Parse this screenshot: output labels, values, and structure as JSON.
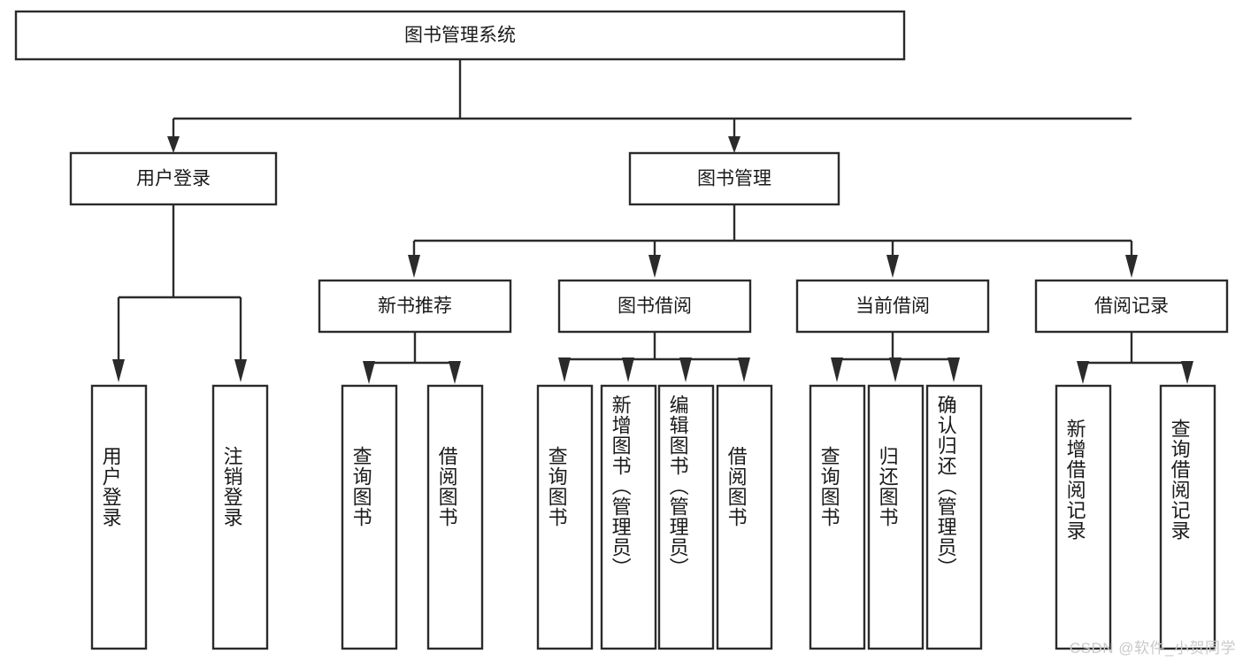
{
  "diagram": {
    "title": "图书管理系统",
    "root": {
      "label": "图书管理系统"
    },
    "level2": [
      {
        "label": "用户登录"
      },
      {
        "label": "图书管理"
      }
    ],
    "level3": [
      {
        "label": "新书推荐"
      },
      {
        "label": "图书借阅"
      },
      {
        "label": "当前借阅"
      },
      {
        "label": "借阅记录"
      }
    ],
    "leaves": {
      "user_login": [
        {
          "label": "用户登录"
        },
        {
          "label": "注销登录"
        }
      ],
      "new_book_recommend": [
        {
          "label": "查询图书"
        },
        {
          "label": "借阅图书"
        }
      ],
      "book_borrow": [
        {
          "label": "查询图书"
        },
        {
          "label": "新增图书（管理员）"
        },
        {
          "label": "编辑图书（管理员）"
        },
        {
          "label": "借阅图书"
        }
      ],
      "current_borrow": [
        {
          "label": "查询图书"
        },
        {
          "label": "归还图书"
        },
        {
          "label": "确认归还（管理员）"
        }
      ],
      "borrow_record": [
        {
          "label": "新增借阅记录"
        },
        {
          "label": "查询借阅记录"
        }
      ]
    }
  },
  "watermark": {
    "text": "CSDN @软件_小贺同学"
  },
  "colors": {
    "stroke": "#2b2b2b",
    "box_fill": "#ffffff",
    "text": "#1a1a1a",
    "watermark": "#c9c9c9",
    "background": "#ffffff"
  }
}
